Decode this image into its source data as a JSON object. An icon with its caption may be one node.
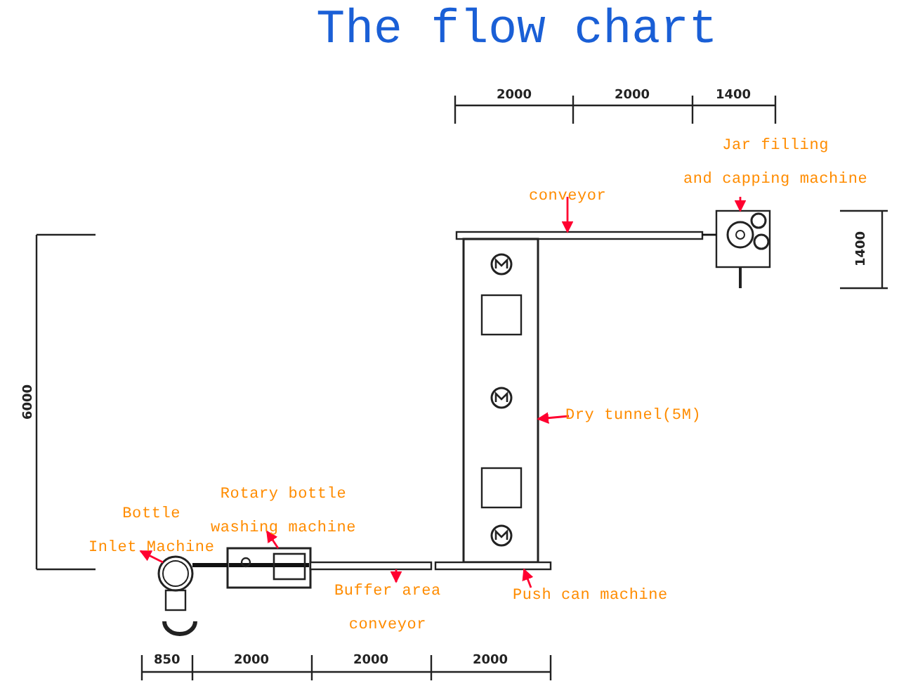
{
  "diagram": {
    "title": "The flow chart",
    "nodes": [
      {
        "text": [
          "Jar filling and capping machine"
        ]
      },
      {
        "text": [
          "conveyor"
        ]
      },
      {
        "text": [
          "Dry tunnel(5M)"
        ]
      },
      {
        "text": [
          "Rotary bottle washing machine"
        ]
      },
      {
        "text": [
          "Bottle Inlet Machine"
        ]
      },
      {
        "text": [
          "Buffer area conveyor"
        ]
      },
      {
        "text": [
          "Push can machine"
        ]
      },
      {
        "text": [],
        "shape": "picture"
      },
      {
        "text": [],
        "shape": "bar"
      },
      {
        "text": [],
        "shape": "box"
      },
      {
        "text": [],
        "shape": "box"
      },
      {
        "text": [],
        "shape": "circle"
      },
      {
        "text": [],
        "shape": "bar"
      },
      {
        "text": [],
        "shape": "bar"
      }
    ],
    "edges": [
      {
        "from": 0,
        "to": 7,
        "arrow": "to"
      },
      {
        "from": 1,
        "to": 8,
        "arrow": "to"
      },
      {
        "from": 2,
        "to": 9,
        "arrow": "to"
      },
      {
        "from": 10,
        "to": 3,
        "arrow": "to"
      },
      {
        "from": 11,
        "to": 4,
        "arrow": "to"
      },
      {
        "from": 12,
        "to": 5,
        "arrow": "to"
      },
      {
        "from": 6,
        "to": 13,
        "arrow": "to"
      },
      {
        "from": 8,
        "to": 7,
        "arrow": "none",
        "color": "#111111"
      },
      {
        "from": 11,
        "to": 10,
        "arrow": "none",
        "style": "thick",
        "color": "#111111"
      }
    ],
    "labels": [
      "2000",
      "2000",
      "1400",
      "1400",
      "6000",
      "850",
      "2000",
      "2000",
      "2000"
    ]
  }
}
